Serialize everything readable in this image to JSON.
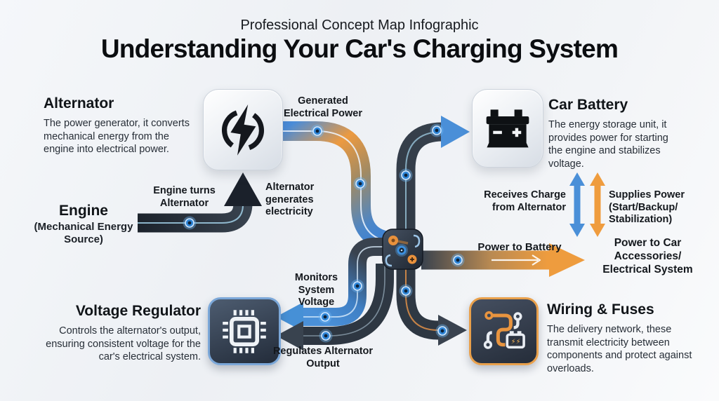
{
  "header": {
    "subtitle": "Professional Concept Map Infographic",
    "title": "Understanding Your Car's Charging System"
  },
  "colors": {
    "background": "#f2f4f7",
    "path_dark": "#39424e",
    "path_blue": "#4a8fd8",
    "path_orange": "#ee9c3e",
    "node_glow_blue": "#6db6f5",
    "heading_text": "#101418",
    "body_text": "#272e37"
  },
  "concepts": {
    "alternator": {
      "title": "Alternator",
      "description": "The power generator, it converts mechanical energy from the engine into electrical power.",
      "icon": "lightning-bolt-circle-icon"
    },
    "engine": {
      "title": "Engine",
      "subtitle": "(Mechanical Energy Source)"
    },
    "battery": {
      "title": "Car Battery",
      "description": "The energy storage unit, it provides power for starting the engine and stabilizes voltage.",
      "icon": "car-battery-icon"
    },
    "regulator": {
      "title": "Voltage Regulator",
      "description": "Controls the alternator's output, ensuring consistent voltage for the car's electrical system.",
      "icon": "microchip-icon"
    },
    "wiring": {
      "title": "Wiring & Fuses",
      "description": "The delivery network, these transmit electricity between components and protect against overloads.",
      "icon": "circuit-traces-fuse-icon"
    },
    "hub": {
      "icon": "junction-connector-icon"
    }
  },
  "labels": {
    "engine_to_alternator": "Engine turns Alternator",
    "generated_power": "Generated Electrical Power",
    "alternator_generates": "Alternator generates electricity",
    "monitors_voltage": "Monitors System Voltage",
    "regulates_output": "Regulates Alternator Output",
    "power_to_battery": "Power to Battery",
    "power_to_accessories": "Power to Car Accessories/ Electrical System",
    "receives_charge": "Receives Charge from Alternator",
    "supplies_power": "Supplies Power (Start/Backup/ Stabilization)"
  }
}
